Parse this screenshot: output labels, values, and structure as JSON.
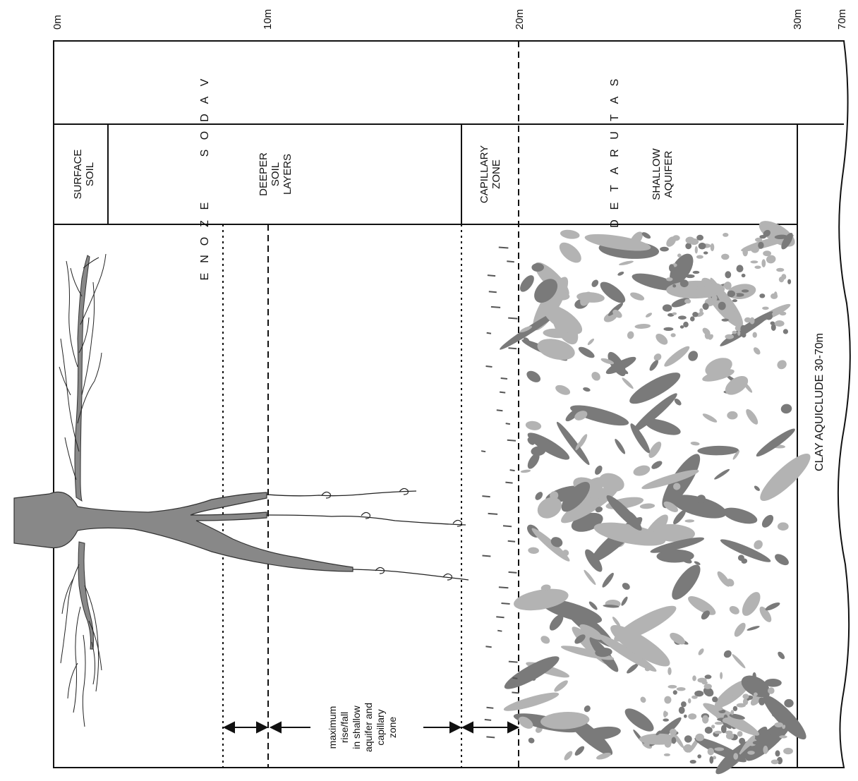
{
  "depth_scale": {
    "ticks": [
      "0m",
      "10m",
      "20m",
      "30m",
      "70m"
    ]
  },
  "zones": {
    "vadose_letters": [
      "V",
      "A",
      "D",
      "O",
      "S",
      "E",
      "Z",
      "O",
      "N",
      "E"
    ],
    "saturated_letters": [
      "S",
      "A",
      "T",
      "U",
      "R",
      "A",
      "T",
      "E",
      "D"
    ]
  },
  "layers": {
    "surface_soil": [
      "SURFACE",
      "SOIL"
    ],
    "deeper_soil": [
      "DEEPER",
      "SOIL",
      "LAYERS"
    ],
    "capillary_zone": [
      "CAPILLARY",
      "ZONE"
    ],
    "shallow_aquifer": [
      "SHALLOW",
      "AQUIFER"
    ],
    "clay_aquiclude": "CLAY AQUICLUDE 30-70m"
  },
  "annotation": {
    "lines": [
      "maximum",
      "rise/fall",
      "in shallow",
      "aquifer and",
      "capillary",
      "zone"
    ]
  },
  "colors": {
    "line": "#111111",
    "root_fill": "#888888",
    "gravel_dark": "#7a7a7a",
    "gravel_light": "#b3b3b3",
    "background": "#ffffff"
  }
}
